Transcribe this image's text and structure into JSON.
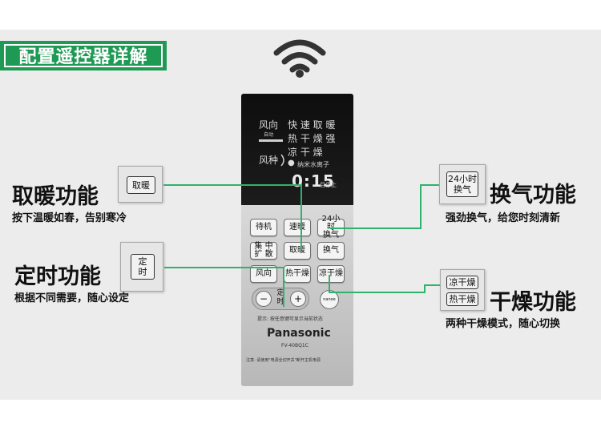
{
  "header": {
    "title": "配置遥控器详解"
  },
  "features": {
    "heating": {
      "title": "取暖功能",
      "desc": "按下温暖如春，告别寒冷",
      "key": "取暖"
    },
    "timer": {
      "title": "定时功能",
      "desc": "根据不同需要，随心设定",
      "key_line1": "定",
      "key_line2": "时"
    },
    "ventilation": {
      "title": "换气功能",
      "desc": "强劲换气，给您时刻清新",
      "key_line1": "24小时",
      "key_line2": "换气"
    },
    "drying": {
      "title": "干燥功能",
      "desc": "两种干燥模式，随心切换",
      "key1": "凉干燥",
      "key2": "热干燥"
    }
  },
  "remote": {
    "lcd": {
      "wind_dir": "风向",
      "auto": "自动",
      "wind_type": "风种",
      "modes_row1": "快 速 取 暖",
      "modes_row2": "热 干 燥  强",
      "modes_row3": "凉 干 燥",
      "nano": "纳米水离子",
      "time": "0:15",
      "off_label": "后停止"
    },
    "keys": {
      "standby": "待机",
      "quick_heat": "速暖",
      "vent24_line1": "24小时",
      "vent24_line2": "换气",
      "diffuse_line1": "集 中",
      "diffuse_line2": "扩 散",
      "heat": "取暖",
      "vent": "换气",
      "wind_dir": "风向",
      "hot_dry": "热干燥",
      "cool_dry": "凉干燥",
      "minus": "−",
      "timer_line1": "定",
      "timer_line2": "时",
      "plus": "+",
      "nanoe": "nanoe"
    },
    "hint": "提示: 按任意键可显示当前状态",
    "brand": "Panasonic",
    "model": "FV-40BQ1C",
    "note": "注意: 请使用\"电源全切开关\"断开主机电源"
  },
  "colors": {
    "accent": "#1f9a55",
    "leader": "#2fb36a"
  },
  "icons": {
    "wifi": "wifi-icon"
  }
}
